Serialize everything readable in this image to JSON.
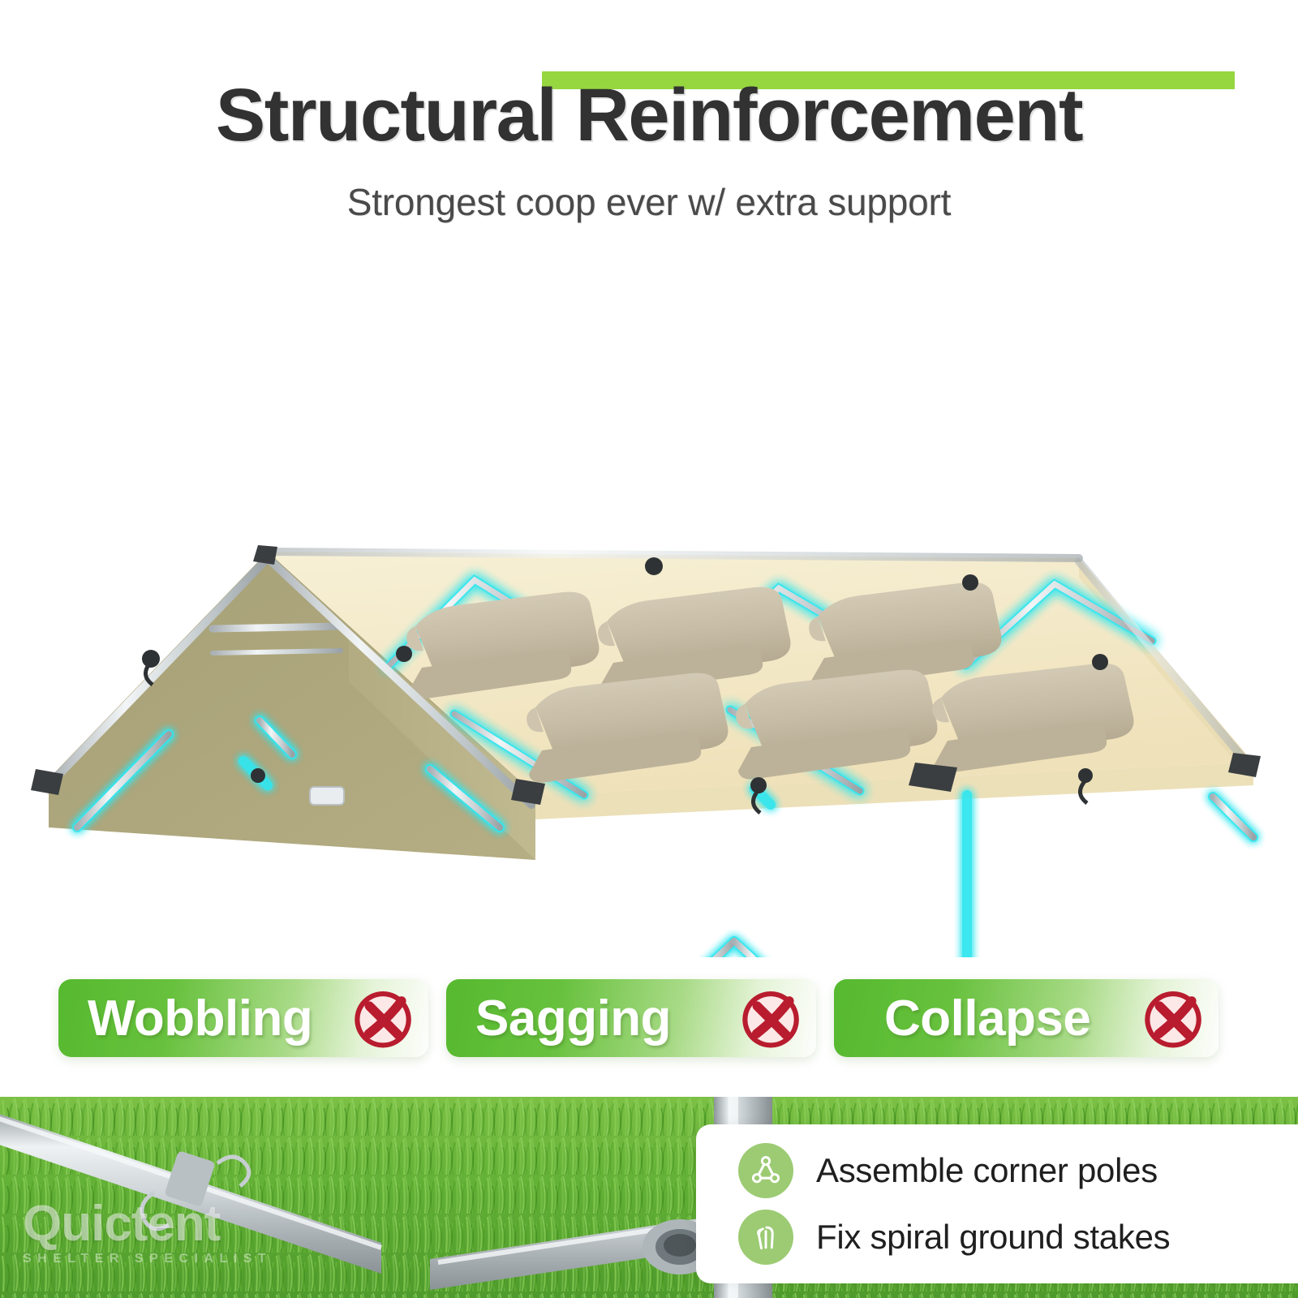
{
  "header": {
    "title": "Structural Reinforcement",
    "highlight_word": "Reinforcement",
    "subtitle": "Strongest coop ever w/ extra support",
    "highlight_color": "#96d63f",
    "title_color": "#323232"
  },
  "hero": {
    "alt": "walk-in chicken coop frame with beige canopy, six sandbags on roof and cyan-highlighted reinforcement braces",
    "canopy_color": "#f5ebc8",
    "gable_color": "#a9a177",
    "frame_color": "#cfd4d6",
    "sandbag_color": "#c9bfa8",
    "glow_color": "#2fe3ec",
    "sandbag_count": 6
  },
  "badges": [
    {
      "label": "Wobbling",
      "icon": "x-circle-icon",
      "state": "prevented"
    },
    {
      "label": "Sagging",
      "icon": "x-circle-icon",
      "state": "prevented"
    },
    {
      "label": "Collapse",
      "icon": "x-circle-icon",
      "state": "prevented"
    }
  ],
  "badge_style": {
    "gradient_from": "#56b92f",
    "gradient_to": "#fdfefc",
    "text_color": "#ffffff",
    "x_stroke": "#b81c2e",
    "x_fill": "#fce8e6"
  },
  "photo": {
    "alt": "close-up of galvanized steel frame pipes and connector joints standing on green grass",
    "grass_color": "#67b23a",
    "pipe_color": "#c8cdd0"
  },
  "watermark": {
    "brand": "Quictent",
    "tagline": "SHELTER SPECIALIST"
  },
  "features": [
    {
      "label": "Assemble corner poles",
      "icon": "corner-pole-triangle-icon"
    },
    {
      "label": "Fix spiral ground stakes",
      "icon": "ground-stake-icon"
    }
  ],
  "feature_panel": {
    "icon_bg": "#9ccb73",
    "text_color": "#1f1f1f"
  }
}
